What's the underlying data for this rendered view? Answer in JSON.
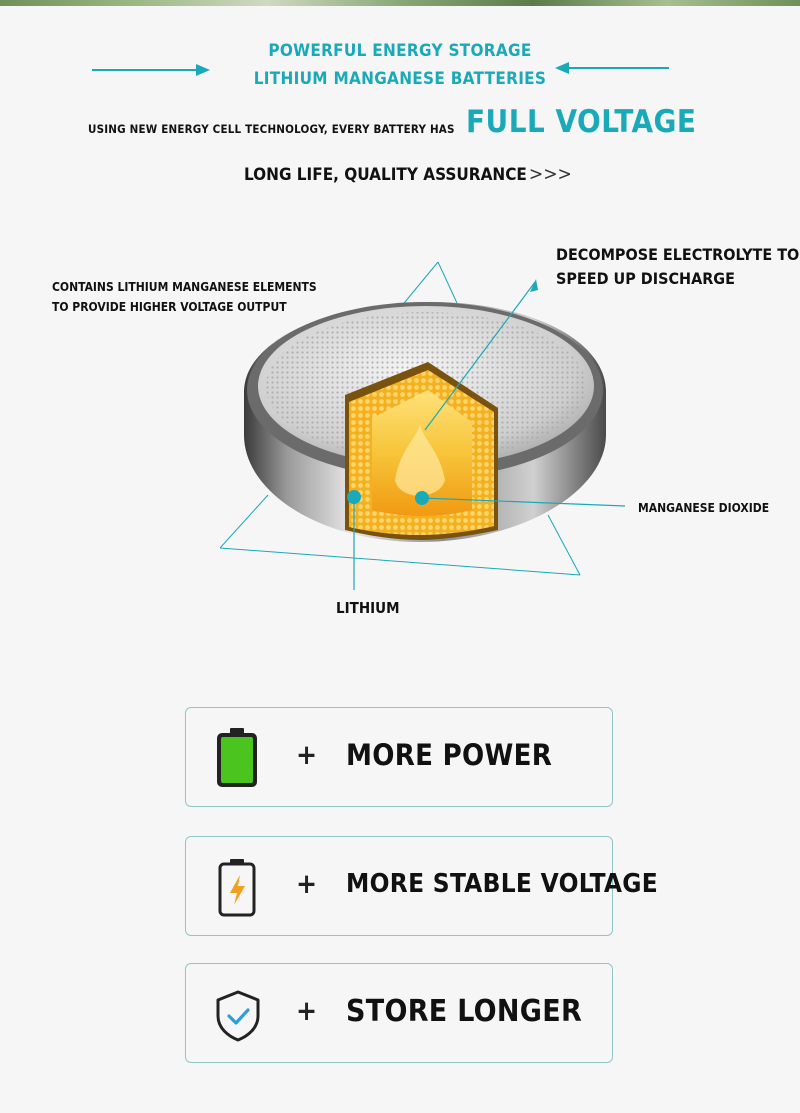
{
  "header": {
    "line1": "POWERFUL ENERGY STORAGE",
    "line2": "LITHIUM MANGANESE BATTERIES",
    "tech_prefix": "USING NEW ENERGY CELL TECHNOLOGY, EVERY BATTERY HAS",
    "tech_highlight": "FULL VOLTAGE",
    "tagline": "LONG LIFE, QUALITY ASSURANCE",
    "tagline_arrows": ">>>"
  },
  "diagram": {
    "label_top_left_1": "CONTAINS LITHIUM MANGANESE ELEMENTS",
    "label_top_left_2": "TO PROVIDE HIGHER VOLTAGE OUTPUT",
    "label_top_right_1": "DECOMPOSE ELECTROLYTE TO",
    "label_top_right_2": "SPEED UP DISCHARGE",
    "label_right": "MANGANESE DIOXIDE",
    "label_bottom": "LITHIUM"
  },
  "features": [
    {
      "icon": "battery-full-icon",
      "plus": "+",
      "text": "MORE POWER"
    },
    {
      "icon": "battery-charging-icon",
      "plus": "+",
      "text": "MORE STABLE VOLTAGE"
    },
    {
      "icon": "shield-check-icon",
      "plus": "+",
      "text": "STORE LONGER"
    }
  ],
  "colors": {
    "accent": "#1aa9b8",
    "card_border": "#8fc7c7",
    "battery_green": "#4cc41f",
    "bolt_orange": "#f0a020"
  }
}
